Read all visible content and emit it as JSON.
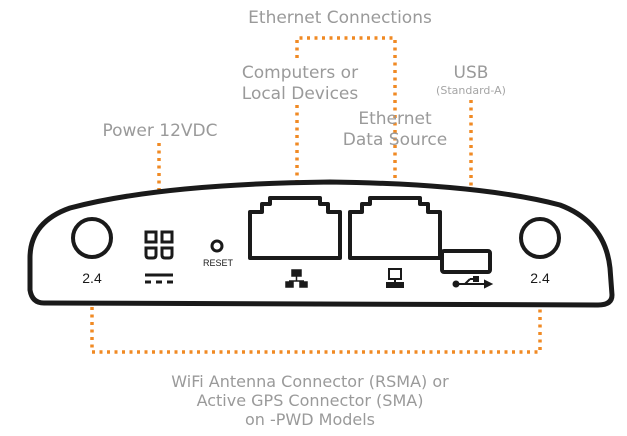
{
  "labels": {
    "ethernet_connections": "Ethernet Connections",
    "computers": "Computers or\nLocal Devices",
    "ethernet_source": "Ethernet\nData Source",
    "usb": "USB",
    "usb_sub": "(Standard-A)",
    "power": "Power 12VDC",
    "antenna_line1": "WiFi Antenna Connector (RSMA) or",
    "antenna_line2": "Active GPS Connector (SMA)",
    "antenna_line3": "on -PWD Models"
  },
  "device": {
    "left_antenna_label": "2.4",
    "right_antenna_label": "2.4",
    "reset_label": "RESET"
  },
  "colors": {
    "accent": "#f08a24",
    "label_gray": "#9a9a9a",
    "device_stroke": "#1a1a1a"
  },
  "icons": [
    "power-connector-icon",
    "dc-symbol-icon",
    "network-icon",
    "computer-icon",
    "usb-icon"
  ]
}
